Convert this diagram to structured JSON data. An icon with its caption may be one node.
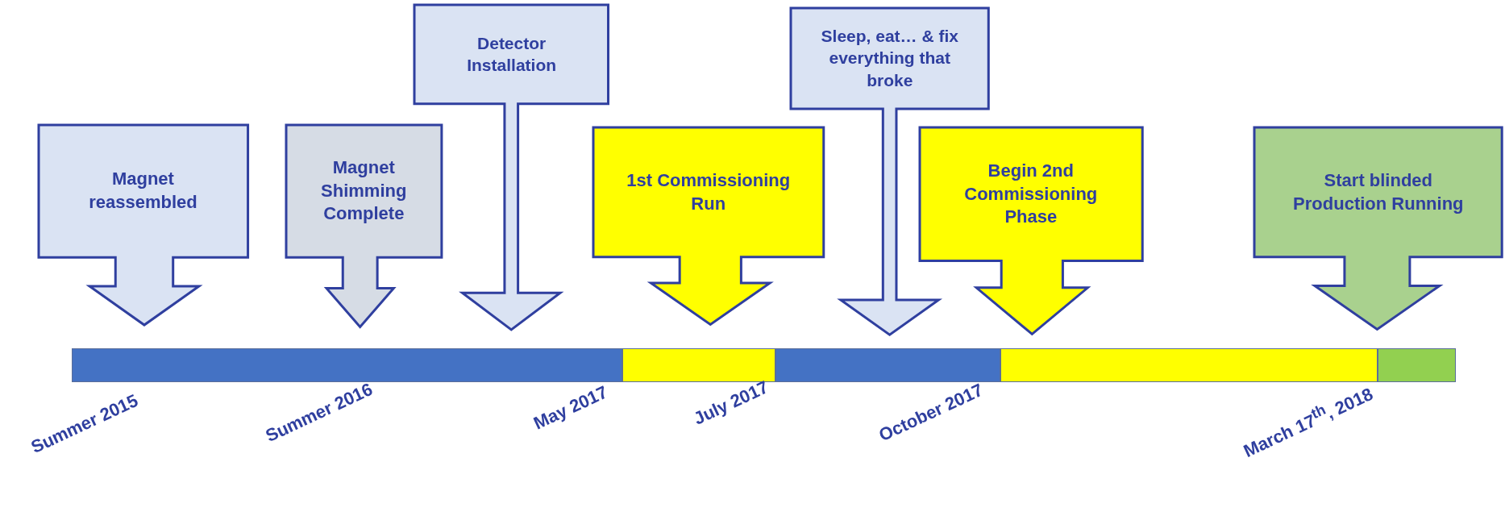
{
  "diagram": {
    "nodes": [
      {
        "text": [
          "Magnet reassembled"
        ]
      },
      {
        "text": [
          "Magnet Shimming Complete"
        ]
      },
      {
        "text": [
          "Detector Installation"
        ]
      },
      {
        "text": [
          "1st Commissioning Run"
        ]
      },
      {
        "text": [
          "Sleep, eat… & fix everything that broke"
        ]
      },
      {
        "text": [
          "Begin 2nd Commissioning Phase"
        ]
      },
      {
        "text": [
          "Start blinded Production Running"
        ]
      },
      {
        "text": [],
        "shape": "bar"
      },
      {
        "text": [],
        "shape": "bar"
      },
      {
        "text": [],
        "shape": "bar"
      },
      {
        "text": [],
        "shape": "bar"
      },
      {
        "text": [],
        "shape": "bar"
      }
    ],
    "labels": [
      "Summer 2015",
      "Summer 2016",
      "May 2017",
      "July 2017",
      "October 2017",
      "March 17$^{th}$, 2018"
    ]
  }
}
